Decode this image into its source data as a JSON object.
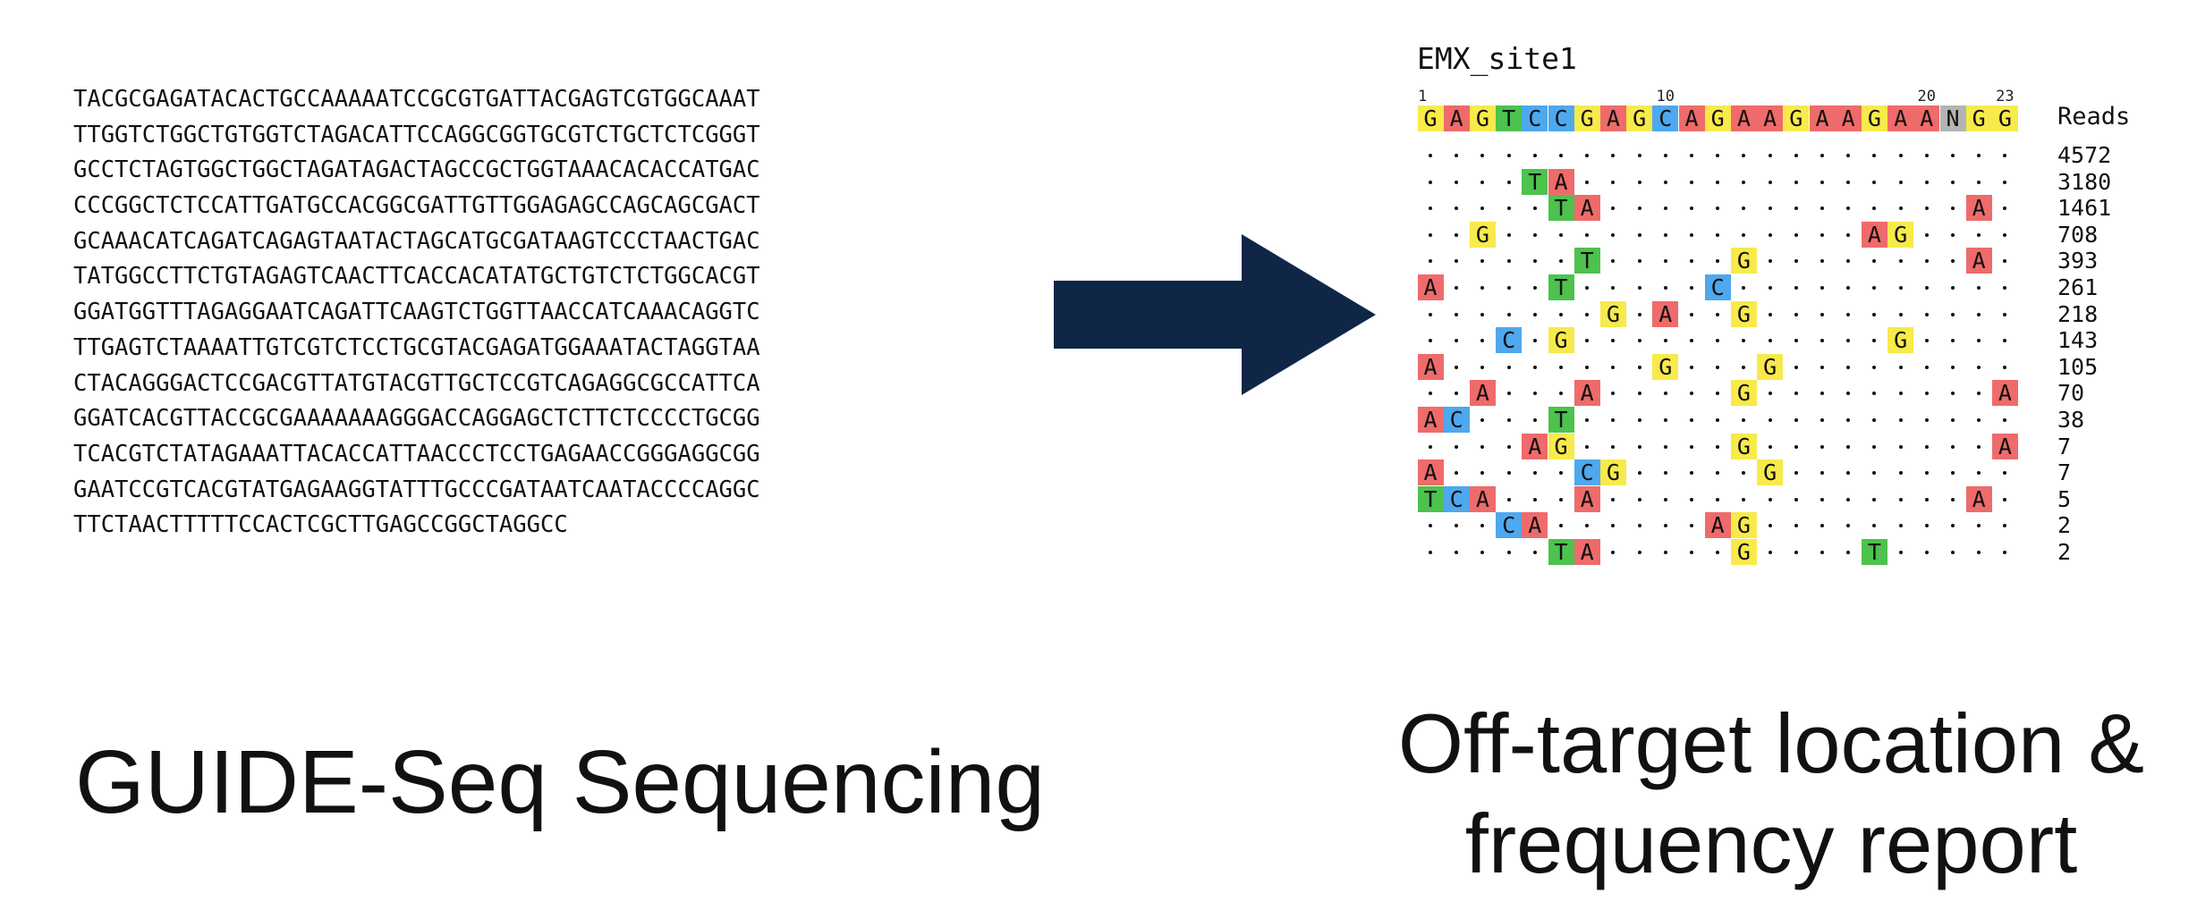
{
  "input": {
    "sequence_lines": [
      "TACGCGAGATACACTGCCAAAAATCCGCGTGATTACGAGTCGTGGCAAAT",
      "TTGGTCTGGCTGTGGTCTAGACATTCCAGGCGGTGCGTCTGCTCTCGGGT",
      "GCCTCTAGTGGCTGGCTAGATAGACTAGCCGCTGGTAAACACACCATGAC",
      "CCCGGCTCTCCATTGATGCCACGGCGATTGTTGGAGAGCCAGCAGCGACT",
      "GCAAACATCAGATCAGAGTAATACTAGCATGCGATAAGTCCCTAACTGAC",
      "TATGGCCTTCTGTAGAGTCAACTTCACCACATATGCTGTCTCTGGCACGT",
      "GGATGGTTTAGAGGAATCAGATTCAAGTCTGGTTAACCATCAAACAGGTC",
      "TTGAGTCTAAAATTGTCGTCTCCTGCGTACGAGATGGAAATACTAGGTAA",
      "CTACAGGGACTCCGACGTTATGTACGTTGCTCCGTCAGAGGCGCCATTCA",
      "GGATCACGTTACCGCGAAAAAAAGGGACCAGGAGCTCTTCTCCCCTGCGG",
      "TCACGTCTATAGAAATTACACCATTAACCCTCCTGAGAACCGGGAGGCGG",
      "GAATCCGTCACGTATGAGAAGGTATTTGCCCGATAATCAATACCCCAGGC",
      "TTCTAACTTTTTCCACTCGCTTGAGCCGGCTAGGCC"
    ],
    "caption": "GUIDE-Seq Sequencing"
  },
  "arrow": {
    "color": "#0f2647"
  },
  "output": {
    "caption_lines": [
      "Off-target location &",
      "frequency report"
    ]
  },
  "report": {
    "site_name": "EMX_site1",
    "position_labels": [
      {
        "pos": 1,
        "label": "1"
      },
      {
        "pos": 10,
        "label": "10"
      },
      {
        "pos": 20,
        "label": "20"
      },
      {
        "pos": 23,
        "label": "23"
      }
    ],
    "target": [
      "G",
      "A",
      "G",
      "T",
      "C",
      "C",
      "G",
      "A",
      "G",
      "C",
      "A",
      "G",
      "A",
      "A",
      "G",
      "A",
      "A",
      "G",
      "A",
      "A",
      "N",
      "G",
      "G"
    ],
    "reads_header": "Reads",
    "base_colors": {
      "A": "#ef6b6b",
      "C": "#4ea8ee",
      "G": "#f7ea4a",
      "T": "#4dc24d",
      "N": "#b4b4b4"
    },
    "rows": [
      {
        "reads": "4572",
        "mismatches": []
      },
      {
        "reads": "3180",
        "mismatches": [
          [
            5,
            "T"
          ],
          [
            6,
            "A"
          ]
        ]
      },
      {
        "reads": "1461",
        "mismatches": [
          [
            6,
            "T"
          ],
          [
            7,
            "A"
          ],
          [
            22,
            "A"
          ]
        ]
      },
      {
        "reads": "708",
        "mismatches": [
          [
            3,
            "G"
          ],
          [
            18,
            "A"
          ],
          [
            19,
            "G"
          ]
        ]
      },
      {
        "reads": "393",
        "mismatches": [
          [
            7,
            "T"
          ],
          [
            13,
            "G"
          ],
          [
            22,
            "A"
          ]
        ]
      },
      {
        "reads": "261",
        "mismatches": [
          [
            1,
            "A"
          ],
          [
            6,
            "T"
          ],
          [
            12,
            "C"
          ]
        ]
      },
      {
        "reads": "218",
        "mismatches": [
          [
            8,
            "G"
          ],
          [
            10,
            "A"
          ],
          [
            13,
            "G"
          ]
        ]
      },
      {
        "reads": "143",
        "mismatches": [
          [
            4,
            "C"
          ],
          [
            6,
            "G"
          ],
          [
            19,
            "G"
          ]
        ]
      },
      {
        "reads": "105",
        "mismatches": [
          [
            1,
            "A"
          ],
          [
            10,
            "G"
          ],
          [
            14,
            "G"
          ]
        ]
      },
      {
        "reads": "70",
        "mismatches": [
          [
            3,
            "A"
          ],
          [
            7,
            "A"
          ],
          [
            13,
            "G"
          ],
          [
            23,
            "A"
          ]
        ]
      },
      {
        "reads": "38",
        "mismatches": [
          [
            1,
            "A"
          ],
          [
            2,
            "C"
          ],
          [
            6,
            "T"
          ]
        ]
      },
      {
        "reads": "7",
        "mismatches": [
          [
            5,
            "A"
          ],
          [
            6,
            "G"
          ],
          [
            13,
            "G"
          ],
          [
            23,
            "A"
          ]
        ]
      },
      {
        "reads": "7",
        "mismatches": [
          [
            1,
            "A"
          ],
          [
            7,
            "C"
          ],
          [
            8,
            "G"
          ],
          [
            14,
            "G"
          ]
        ]
      },
      {
        "reads": "5",
        "mismatches": [
          [
            1,
            "T"
          ],
          [
            2,
            "C"
          ],
          [
            3,
            "A"
          ],
          [
            7,
            "A"
          ],
          [
            22,
            "A"
          ]
        ]
      },
      {
        "reads": "2",
        "mismatches": [
          [
            4,
            "C"
          ],
          [
            5,
            "A"
          ],
          [
            12,
            "A"
          ],
          [
            13,
            "G"
          ]
        ]
      },
      {
        "reads": "2",
        "mismatches": [
          [
            6,
            "T"
          ],
          [
            7,
            "A"
          ],
          [
            13,
            "G"
          ],
          [
            18,
            "T"
          ]
        ]
      }
    ]
  }
}
